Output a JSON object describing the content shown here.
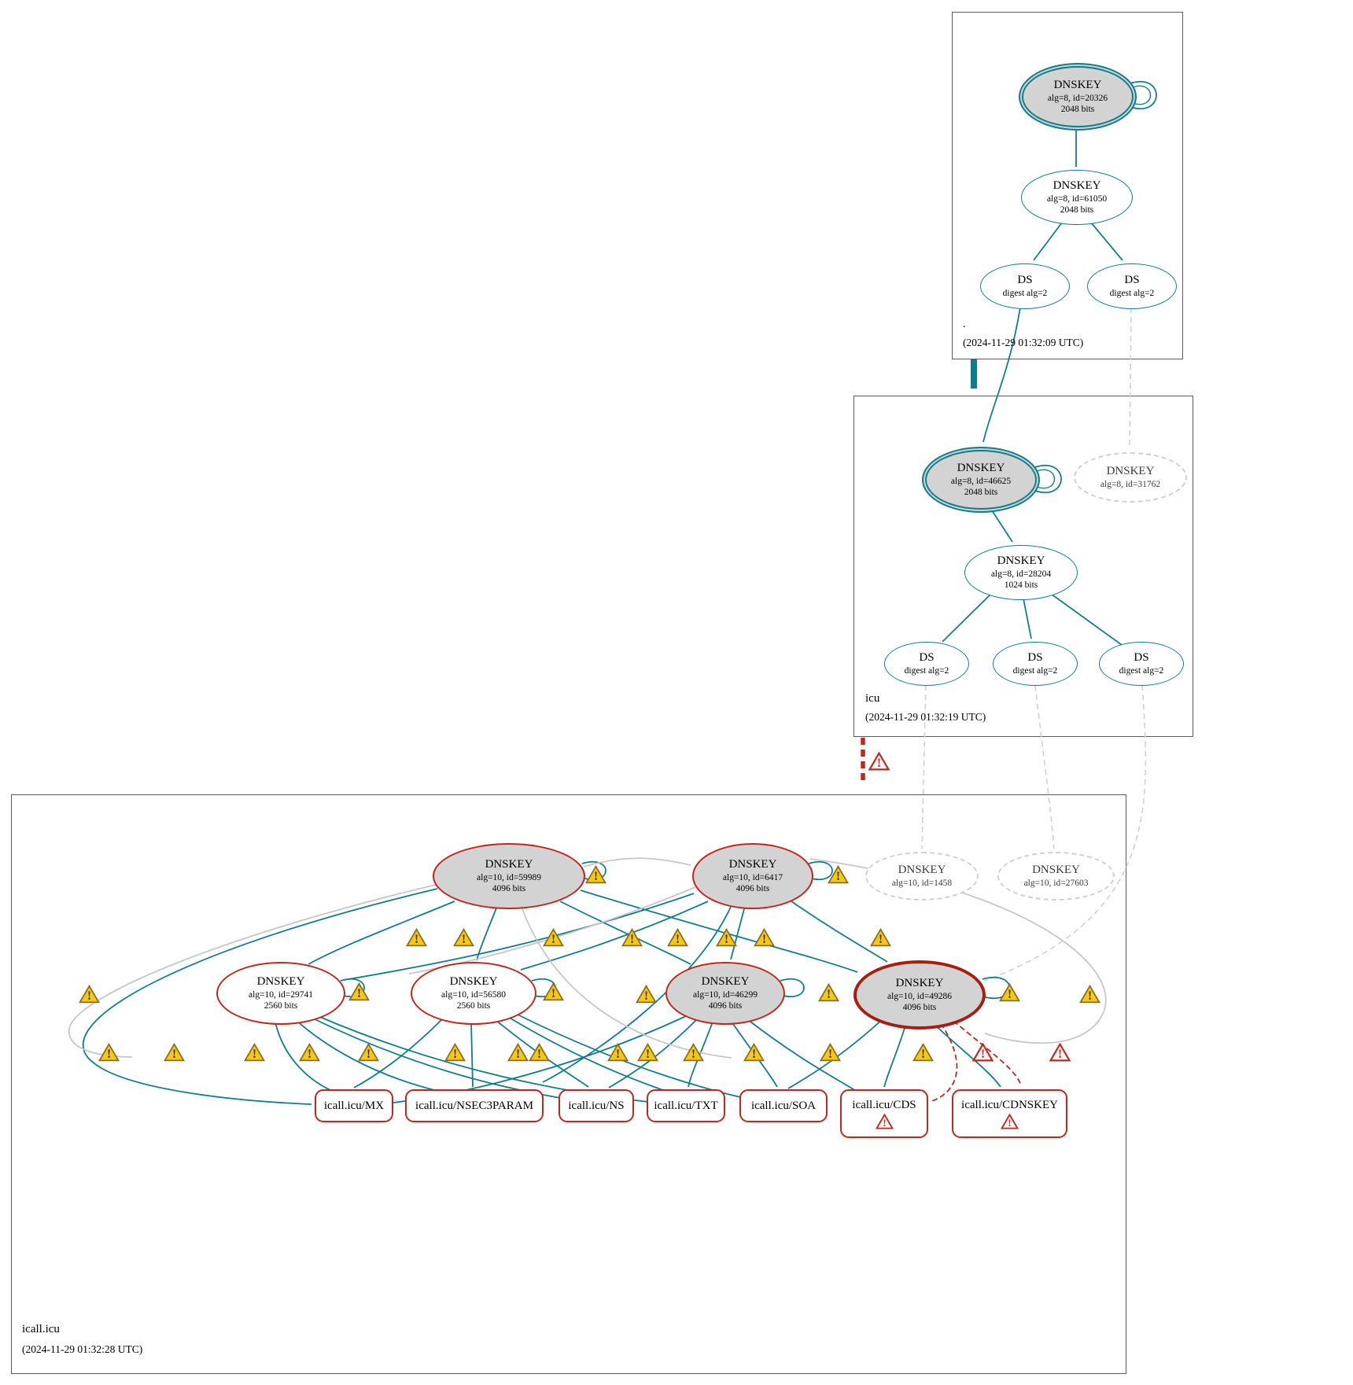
{
  "colors": {
    "secure_teal": "#0e7e8d",
    "bogus_red": "#c0271d",
    "warning_yellow": "#f0c020",
    "key_fill_gray": "#d3d3d3",
    "insecure_gray": "#c6c6c6"
  },
  "icons": {
    "warning_symbol": "!",
    "error_symbol": "!"
  },
  "zones": {
    "root": {
      "label": ".",
      "timestamp": "(2024-11-29 01:32:09 UTC)",
      "nodes": {
        "ksk": {
          "title": "DNSKEY",
          "sub": "alg=8, id=20326",
          "bits": "2048 bits"
        },
        "zsk": {
          "title": "DNSKEY",
          "sub": "alg=8, id=61050",
          "bits": "2048 bits"
        },
        "ds1": {
          "title": "DS",
          "sub": "digest alg=2"
        },
        "ds2": {
          "title": "DS",
          "sub": "digest alg=2"
        }
      }
    },
    "icu": {
      "label": "icu",
      "timestamp": "(2024-11-29 01:32:19 UTC)",
      "nodes": {
        "ksk": {
          "title": "DNSKEY",
          "sub": "alg=8, id=46625",
          "bits": "2048 bits"
        },
        "missing": {
          "title": "DNSKEY",
          "sub": "alg=8, id=31762"
        },
        "zsk": {
          "title": "DNSKEY",
          "sub": "alg=8, id=28204",
          "bits": "1024 bits"
        },
        "ds1": {
          "title": "DS",
          "sub": "digest alg=2"
        },
        "ds2": {
          "title": "DS",
          "sub": "digest alg=2"
        },
        "ds3": {
          "title": "DS",
          "sub": "digest alg=2"
        }
      }
    },
    "icall": {
      "label": "icall.icu",
      "timestamp": "(2024-11-29 01:32:28 UTC)",
      "nodes": {
        "k59989": {
          "title": "DNSKEY",
          "sub": "alg=10, id=59989",
          "bits": "4096 bits"
        },
        "k6417": {
          "title": "DNSKEY",
          "sub": "alg=10, id=6417",
          "bits": "4096 bits"
        },
        "k1458": {
          "title": "DNSKEY",
          "sub": "alg=10, id=1458"
        },
        "k27603": {
          "title": "DNSKEY",
          "sub": "alg=10, id=27603"
        },
        "k29741": {
          "title": "DNSKEY",
          "sub": "alg=10, id=29741",
          "bits": "2560 bits"
        },
        "k56580": {
          "title": "DNSKEY",
          "sub": "alg=10, id=56580",
          "bits": "2560 bits"
        },
        "k46299": {
          "title": "DNSKEY",
          "sub": "alg=10, id=46299",
          "bits": "4096 bits"
        },
        "k49286": {
          "title": "DNSKEY",
          "sub": "alg=10, id=49286",
          "bits": "4096 bits"
        }
      },
      "rrsets": {
        "mx": "icall.icu/MX",
        "nsec3param": "icall.icu/NSEC3PARAM",
        "ns": "icall.icu/NS",
        "txt": "icall.icu/TXT",
        "soa": "icall.icu/SOA",
        "cds": "icall.icu/CDS",
        "cdnskey": "icall.icu/CDNSKEY"
      }
    }
  }
}
